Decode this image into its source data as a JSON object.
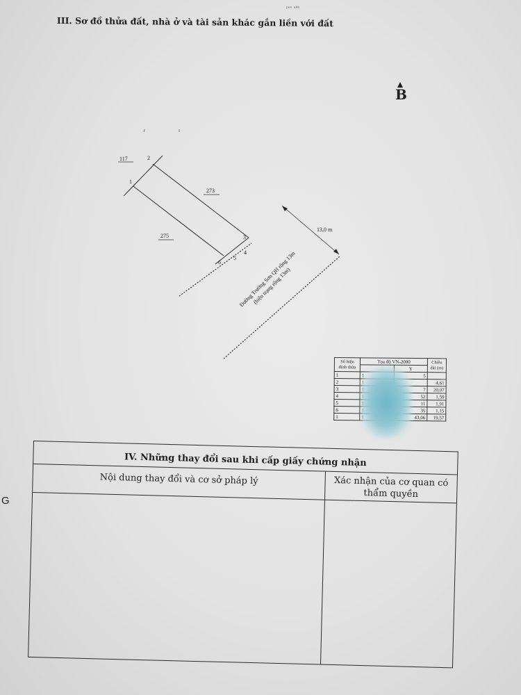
{
  "section3": {
    "title": "III. Sơ đồ thửa đất, nhà ở và tài sản khác gắn liền với đất",
    "top_mark": "ᵖᵒⁿ ᵃᵇᵇ",
    "north": "B"
  },
  "plot_map": {
    "parcel_labels": [
      "117",
      "273",
      "275"
    ],
    "vertex_labels": [
      "1",
      "2",
      "3",
      "4",
      "5",
      "6"
    ],
    "road_width": "13,0 m",
    "road_name": "Đường Trường Sơn QH rộng 13m",
    "road_note": "(hiện trạng rộng 13m)"
  },
  "coord_table": {
    "headers": {
      "point": "Số hiệu đỉnh thửa",
      "coords": "Tọa độ VN-2000",
      "y": "Y",
      "length": "Chiều dài (m)"
    },
    "rows": [
      {
        "point": "1",
        "x": "1",
        "y": "5",
        "len": ""
      },
      {
        "point": "2",
        "x": "1",
        "y": "",
        "len": "4,61"
      },
      {
        "point": "3",
        "x": "1",
        "y": "7",
        "len": "20,07"
      },
      {
        "point": "4",
        "x": "1",
        "y": "52",
        "len": "1,59"
      },
      {
        "point": "5",
        "x": "1",
        "y": "11",
        "len": "1,91"
      },
      {
        "point": "6",
        "x": "1",
        "y": "35",
        "len": "1,15"
      },
      {
        "point": "1",
        "x": "1",
        "y": "43,06",
        "len": "19,57"
      }
    ]
  },
  "section4": {
    "title": "IV. Những thay đổi sau khi cấp giấy chứng nhận",
    "col1": "Nội dung thay đổi và cơ sở pháp lý",
    "col2": "Xác nhận của cơ quan có thẩm quyền"
  },
  "side_letter": "G"
}
